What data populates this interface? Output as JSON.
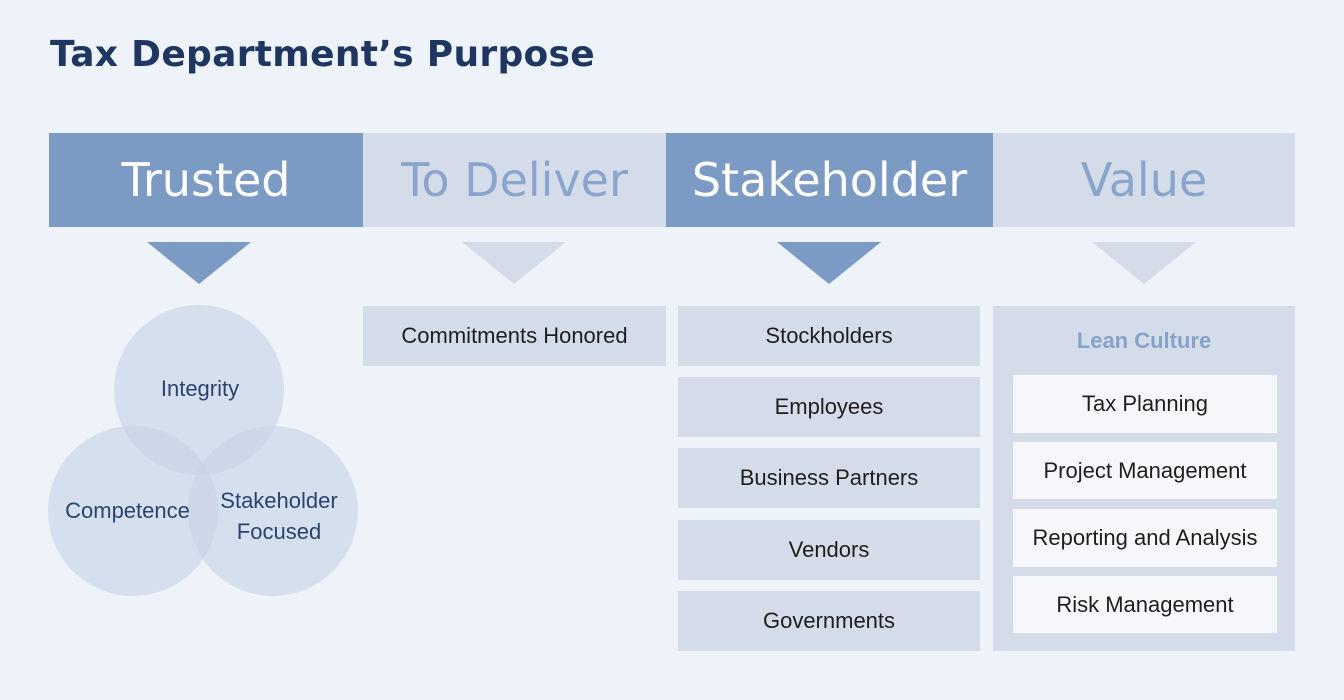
{
  "title": "Tax Department’s Purpose",
  "colors": {
    "dark": "#7c9bc4",
    "light": "#d5dce9",
    "title": "#1f3661",
    "accent_text": "#86a2c9"
  },
  "pillars": [
    {
      "label": "Trusted",
      "style": "dark"
    },
    {
      "label": "To Deliver",
      "style": "light"
    },
    {
      "label": "Stakeholder",
      "style": "dark"
    },
    {
      "label": "Value",
      "style": "light"
    }
  ],
  "trusted": {
    "circles": [
      {
        "label": "Integrity"
      },
      {
        "label": "Competence"
      },
      {
        "label": "Stakeholder\nFocused"
      }
    ]
  },
  "deliver": {
    "items": [
      "Commitments Honored"
    ]
  },
  "stakeholder": {
    "items": [
      "Stockholders",
      "Employees",
      "Business Partners",
      "Vendors",
      "Governments"
    ]
  },
  "value": {
    "heading": "Lean Culture",
    "items": [
      "Tax Planning",
      "Project Management",
      "Reporting and Analysis",
      "Risk Management"
    ]
  }
}
